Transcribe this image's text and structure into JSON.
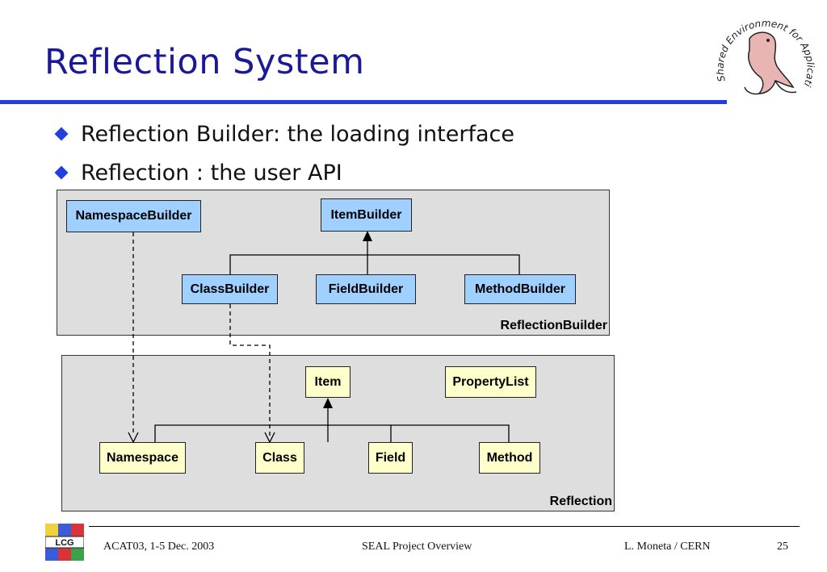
{
  "slide": {
    "title": "Reflection System",
    "bullets": [
      "Reflection Builder: the loading interface",
      "Reflection : the user API"
    ]
  },
  "logo": {
    "text": "Shared Environment for Applications at LHC",
    "icon": "seal-icon"
  },
  "diagram": {
    "packages": {
      "builder": "ReflectionBuilder",
      "reflection": "Reflection"
    },
    "builder_classes": {
      "namespace_builder": "NamespaceBuilder",
      "item_builder": "ItemBuilder",
      "class_builder": "ClassBuilder",
      "field_builder": "FieldBuilder",
      "method_builder": "MethodBuilder"
    },
    "reflection_classes": {
      "item": "Item",
      "property_list": "PropertyList",
      "namespace": "Namespace",
      "class": "Class",
      "field": "Field",
      "method": "Method"
    },
    "colors": {
      "builder_fill": "#9fd0ff",
      "reflection_fill": "#ffffcc",
      "package_fill": "#dedede",
      "accent": "#1f3fe0"
    }
  },
  "footer": {
    "left": "ACAT03, 1-5 Dec. 2003",
    "center": "SEAL Project Overview",
    "right": "L. Moneta / CERN",
    "page": "25",
    "logo_text": "LCG"
  }
}
